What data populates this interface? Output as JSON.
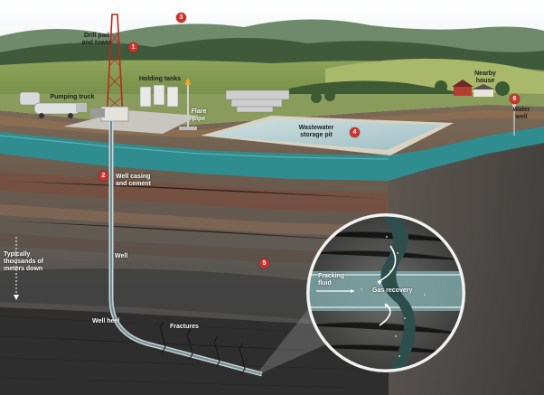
{
  "labels": {
    "drill_pad": "Drill pad\nand tower",
    "pumping_truck": "Pumping truck",
    "holding_tanks": "Holding tanks",
    "flare_pipe": "Flare\npipe",
    "nearby_house": "Nearby\nhouse",
    "water_well": "Water\nwell",
    "wastewater_pit": "Wastewater\nstorage pit",
    "well_casing": "Well casing\nand cement",
    "typically_down": "Typically\nthousands of\nmeters down",
    "well": "Well",
    "well_heel": "Well heel",
    "fractures": "Fractures",
    "fracking_fluid": "Fracking\nfluid",
    "gas_recovery": "Gas recovery"
  },
  "badges": [
    "1",
    "2",
    "3",
    "4",
    "5",
    "6"
  ],
  "colors": {
    "badge": "#d0312d",
    "aquifer": "#2f8c8f",
    "sky": "#f4f6f4"
  }
}
